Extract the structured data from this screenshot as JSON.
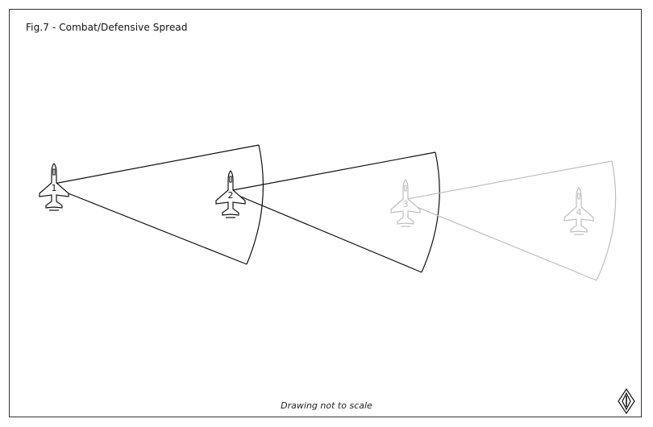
{
  "title": "Fig.7 - Combat/Defensive Spread",
  "footer": "Drawing not to scale",
  "aircraft": [
    {
      "label": "1",
      "state": "active"
    },
    {
      "label": "2",
      "state": "active"
    },
    {
      "label": "3",
      "state": "faded"
    },
    {
      "label": "4",
      "state": "faded"
    }
  ],
  "colors": {
    "active": "#111111",
    "faded": "#bdbdbd",
    "frame": "#333333"
  },
  "icons": {
    "aircraft": "jet-aircraft-icon",
    "logo": "diamond-logo-icon"
  }
}
